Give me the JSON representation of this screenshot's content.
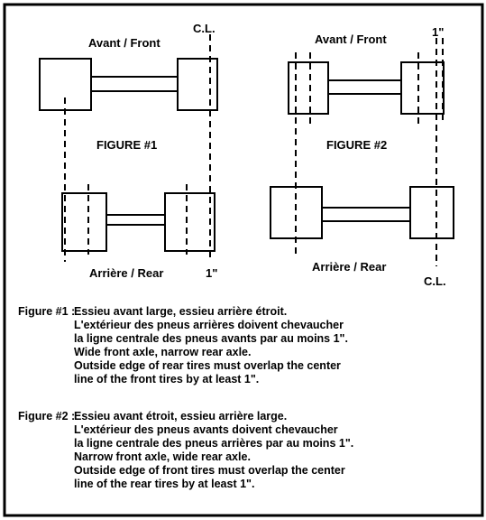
{
  "figure1": {
    "front_label": "Avant / Front",
    "centerline_label": "C.L.",
    "figure_label": "FIGURE #1",
    "rear_label": "Arrière / Rear",
    "overlap_label": "1\""
  },
  "figure2": {
    "front_label": "Avant / Front",
    "overlap_label": "1\"",
    "figure_label": "FIGURE #2",
    "rear_label": "Arrière / Rear",
    "centerline_label": "C.L."
  },
  "notes": [
    {
      "tag": "Figure #1 :",
      "lines": [
        "Essieu avant large, essieu arrière étroit.",
        "L'extérieur des pneus arrières doivent chevaucher",
        "la ligne centrale des pneus avants par au moins 1\".",
        "Wide front axle, narrow rear axle.",
        "Outside edge of rear tires must overlap the center",
        "line of the front tires by at least 1\"."
      ]
    },
    {
      "tag": "Figure #2 :",
      "lines": [
        "Essieu avant étroit, essieu arrière large.",
        "L'extérieur des pneus avants doivent chevaucher",
        "la ligne centrale des pneus arrières par au moins 1\".",
        "Narrow front axle, wide rear axle.",
        "Outside edge of front tires must overlap the center",
        "line of the rear tires by at least 1\"."
      ]
    }
  ]
}
